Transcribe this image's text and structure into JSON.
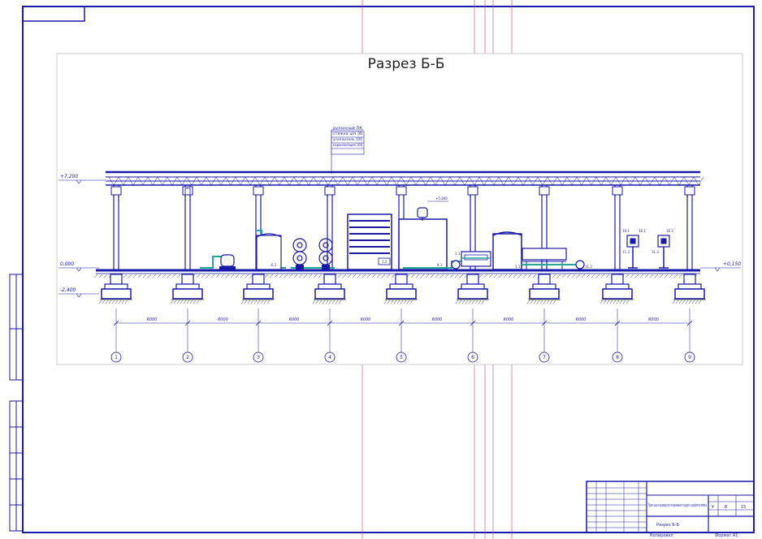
{
  "drawing": {
    "title": "Разрез Б-Б",
    "axes": [
      "1",
      "2",
      "3",
      "4",
      "5",
      "6",
      "7",
      "8",
      "9"
    ],
    "spans": [
      "6000",
      "6000",
      "6000",
      "6000",
      "6000",
      "6000",
      "6000",
      "6000"
    ],
    "levels": {
      "top": "+7,200",
      "floor": "0,000",
      "foundation": "-2,400",
      "right": "+0,150"
    },
    "callouts": {
      "equipment": "+5,300",
      "c1": "1.1",
      "c2": "1.2",
      "c3": "6.2",
      "c4": "9.1",
      "c5": "1.1",
      "c6": "11.2",
      "c7": "16.1",
      "c8": "16.1",
      "c9": "16.2",
      "c10": "11.3",
      "c11": "11.3"
    },
    "leader_notes": [
      "рулонный ПК",
      "стяжка ц/п 30",
      "утеплитель 100",
      "пароизоляция 100"
    ]
  },
  "title_block": {
    "project": "Проект цеха по производству пастеризованного продукта с разработкой вопроса",
    "sheet_name": "Разрез Б-Б",
    "stage": "У",
    "sheet": "8",
    "sheets": "15",
    "format": "Формат А1",
    "copied": "Копировал"
  },
  "colors": {
    "frame": "#1a1aa8",
    "pipe": "#1fa89a",
    "guide": "#c23c8a",
    "ground": "#333333"
  }
}
